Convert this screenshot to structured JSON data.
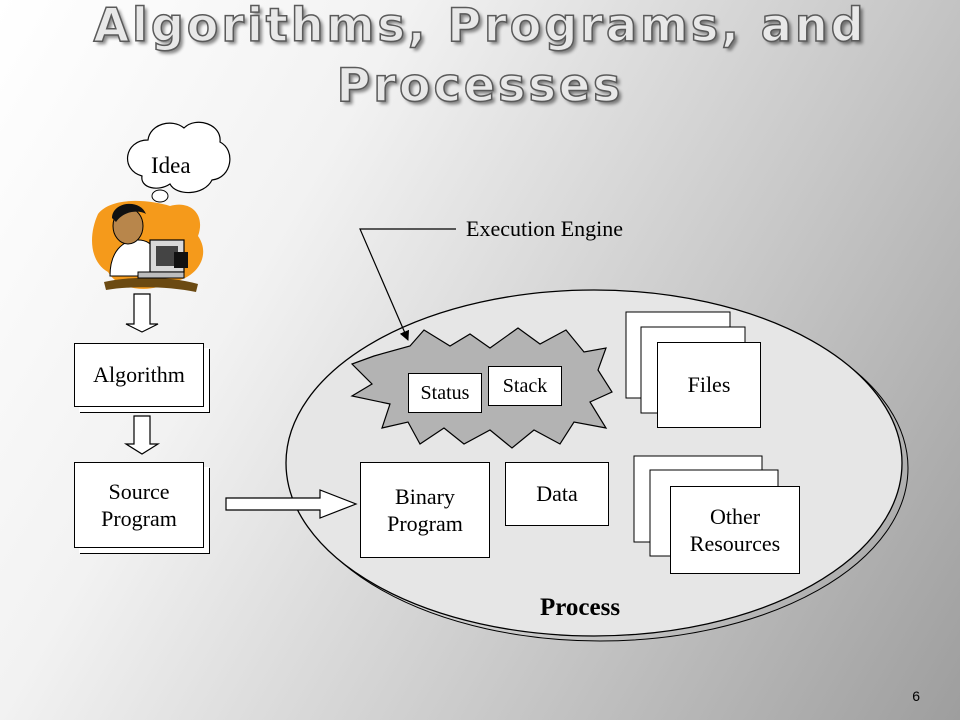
{
  "slide": {
    "title_line1": "Algorithms, Programs, and",
    "title_line2": "Processes",
    "page_number": "6"
  },
  "diagram": {
    "idea": "Idea",
    "algorithm": "Algorithm",
    "source_program_line1": "Source",
    "source_program_line2": "Program",
    "execution_engine": "Execution Engine",
    "status": "Status",
    "stack": "Stack",
    "files": "Files",
    "binary_program_line1": "Binary",
    "binary_program_line2": "Program",
    "data": "Data",
    "other_resources_line1": "Other",
    "other_resources_line2": "Resources",
    "process": "Process"
  }
}
